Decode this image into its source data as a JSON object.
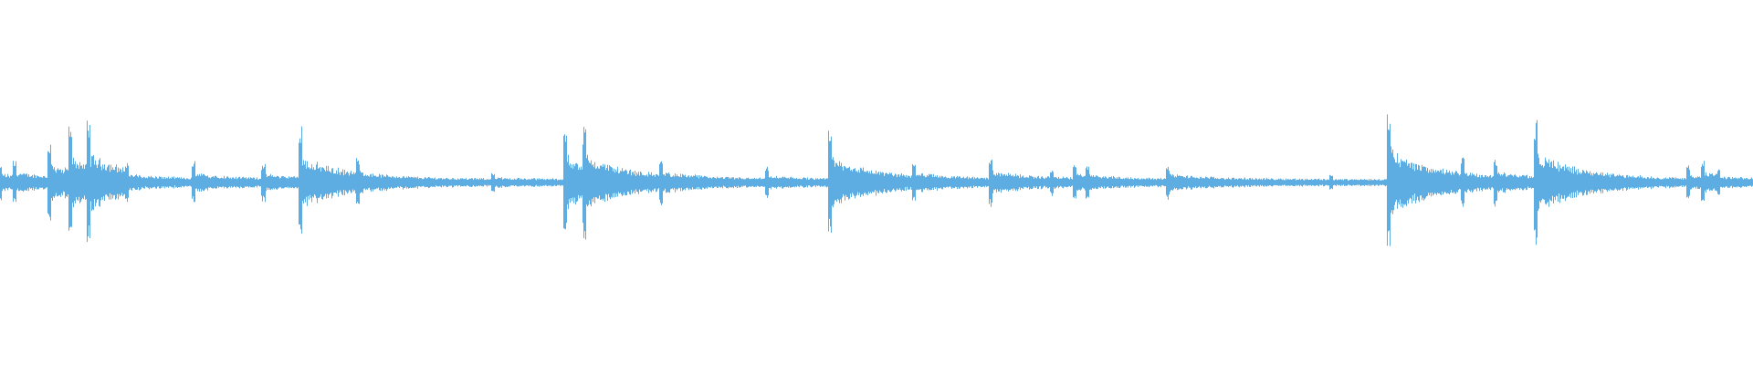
{
  "waveform": {
    "color": "#5dade2",
    "background": "#ffffff",
    "duration_fraction_onsets": [
      {
        "t": 0.0,
        "peak": 0.1
      },
      {
        "t": 0.008,
        "peak": 0.12
      },
      {
        "t": 0.028,
        "peak": 0.22
      },
      {
        "t": 0.04,
        "peak": 0.3
      },
      {
        "t": 0.05,
        "peak": 0.33
      },
      {
        "t": 0.072,
        "peak": 0.1
      },
      {
        "t": 0.11,
        "peak": 0.11
      },
      {
        "t": 0.15,
        "peak": 0.1
      },
      {
        "t": 0.171,
        "peak": 0.3
      },
      {
        "t": 0.204,
        "peak": 0.13
      },
      {
        "t": 0.281,
        "peak": 0.06
      },
      {
        "t": 0.322,
        "peak": 0.3
      },
      {
        "t": 0.333,
        "peak": 0.32
      },
      {
        "t": 0.377,
        "peak": 0.13
      },
      {
        "t": 0.437,
        "peak": 0.08
      },
      {
        "t": 0.473,
        "peak": 0.3
      },
      {
        "t": 0.521,
        "peak": 0.12
      },
      {
        "t": 0.565,
        "peak": 0.13
      },
      {
        "t": 0.6,
        "peak": 0.07
      },
      {
        "t": 0.613,
        "peak": 0.1
      },
      {
        "t": 0.62,
        "peak": 0.09
      },
      {
        "t": 0.666,
        "peak": 0.1
      },
      {
        "t": 0.759,
        "peak": 0.04
      },
      {
        "t": 0.792,
        "peak": 0.38
      },
      {
        "t": 0.834,
        "peak": 0.13
      },
      {
        "t": 0.853,
        "peak": 0.13
      },
      {
        "t": 0.876,
        "peak": 0.34
      },
      {
        "t": 0.963,
        "peak": 0.09
      },
      {
        "t": 0.971,
        "peak": 0.11
      },
      {
        "t": 0.98,
        "peak": 0.07
      }
    ]
  }
}
